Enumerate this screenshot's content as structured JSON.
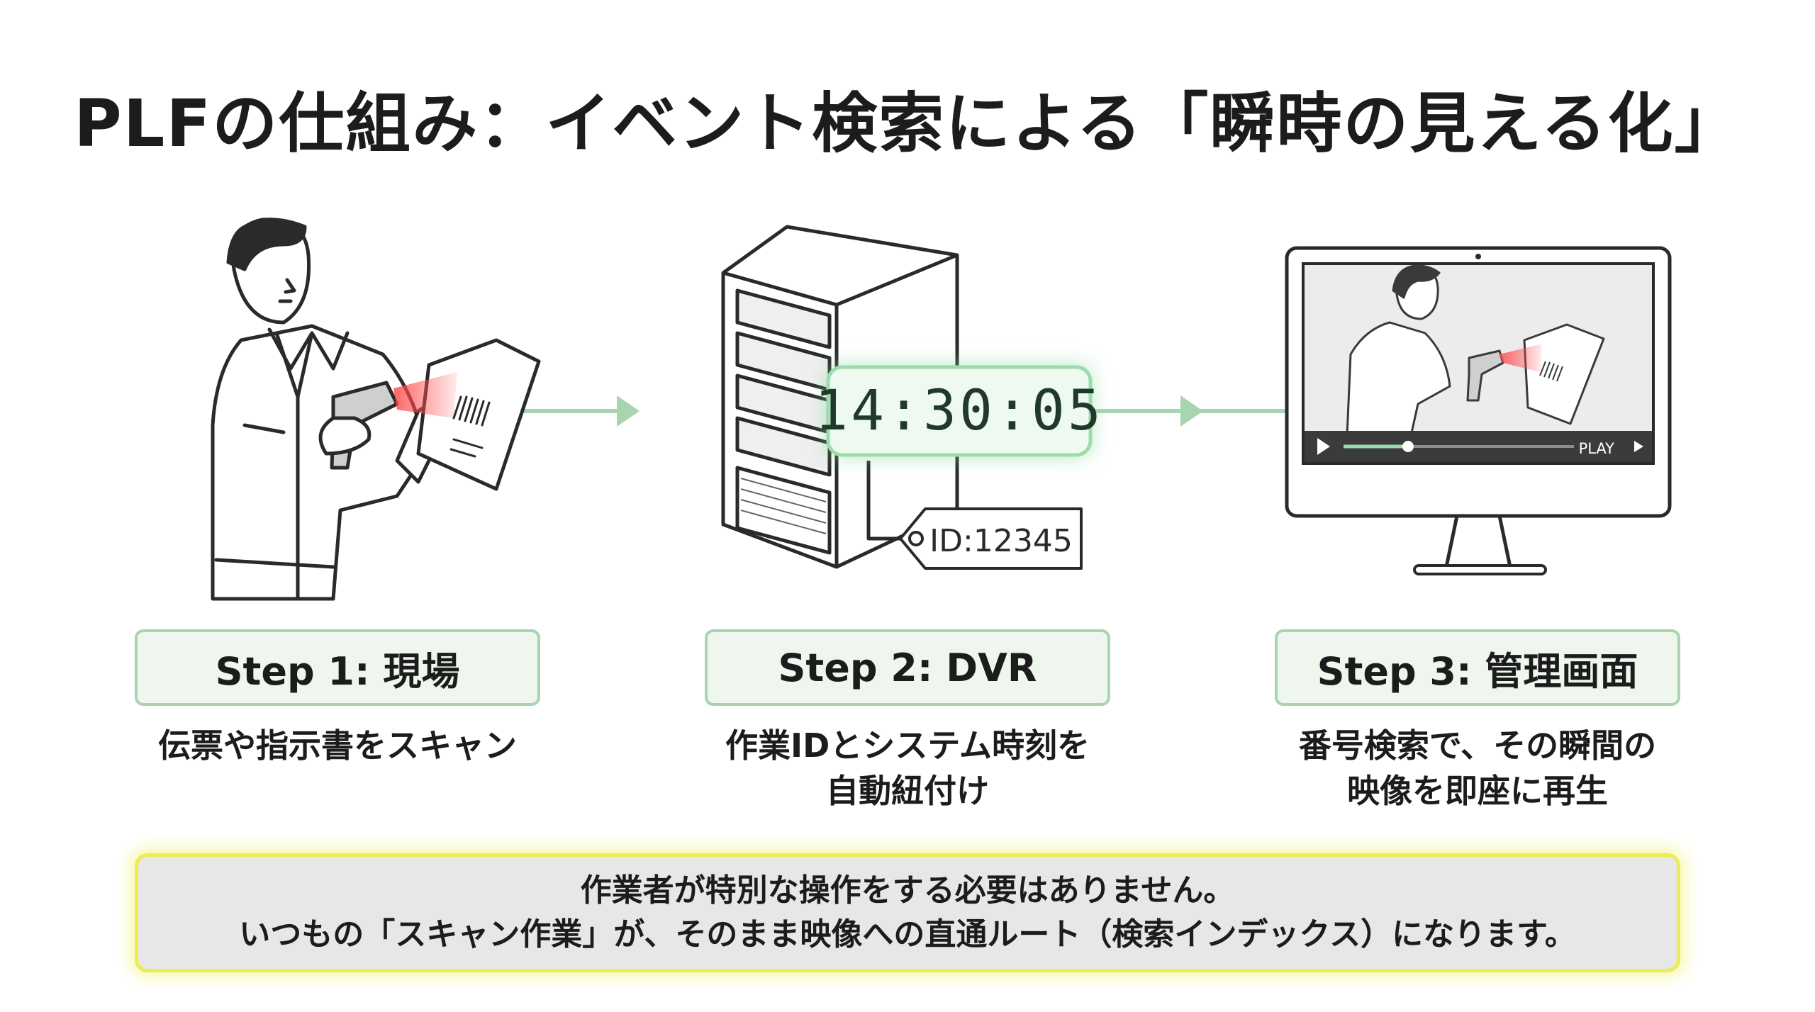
{
  "title": "PLFの仕組み：イベント検索による「瞬時の見える化」",
  "center_display": {
    "time": "14:30:05",
    "tag": "ID:12345"
  },
  "monitor": {
    "play_label": "PLAY",
    "progress": 0.28
  },
  "steps": [
    {
      "label": "Step 1: 現場",
      "description": "伝票や指示書をスキャン"
    },
    {
      "label": "Step 2: DVR",
      "description": "作業IDとシステム時刻を\n自動紐付け"
    },
    {
      "label": "Step 3: 管理画面",
      "description": "番号検索で、その瞬間の\n映像を即座に再生"
    }
  ],
  "note": {
    "line1": "作業者が特別な操作をする必要はありません。",
    "line2": "いつもの「スキャン作業」が、そのまま映像への直通ルート（検索インデックス）になります。"
  },
  "colors": {
    "accent_green": "#a8d4b0",
    "glow_green": "#7fd89a",
    "note_border": "#ecec55",
    "scanner_beam": "#ff5a5a"
  }
}
